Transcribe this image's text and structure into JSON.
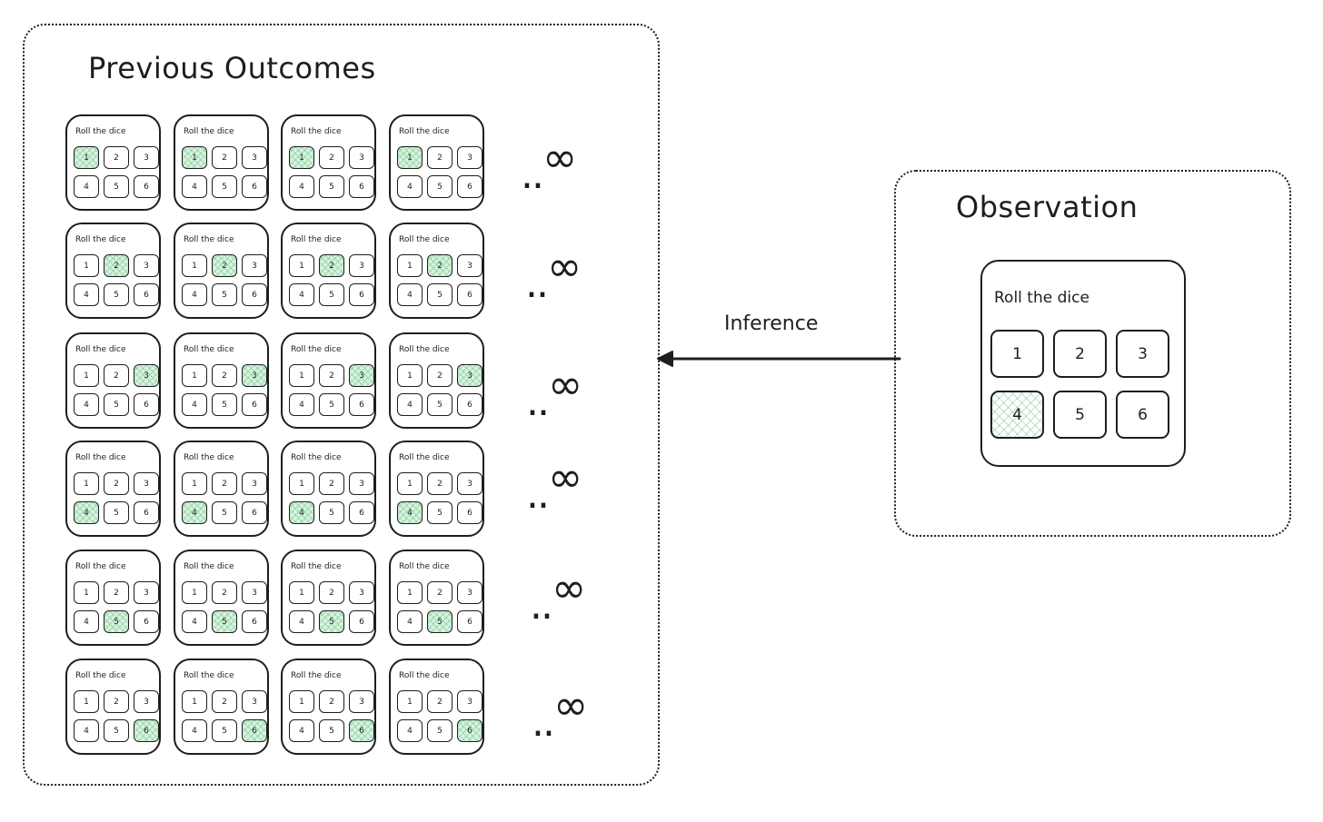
{
  "outcomes_panel": {
    "title": "Previous Outcomes",
    "card_label": "Roll the dice",
    "faces": [
      "1",
      "2",
      "3",
      "4",
      "5",
      "6"
    ],
    "rows": [
      {
        "selected": 1,
        "suffix": ".."
      },
      {
        "selected": 2,
        "suffix": ".."
      },
      {
        "selected": 3,
        "suffix": ".."
      },
      {
        "selected": 4,
        "suffix": ".."
      },
      {
        "selected": 5,
        "suffix": ".."
      },
      {
        "selected": 6,
        "suffix": ".."
      }
    ],
    "cards_per_row": 4,
    "infinity_symbol": "∞"
  },
  "arrow": {
    "label": "Inference",
    "direction": "right-to-left"
  },
  "observation_panel": {
    "title": "Observation",
    "card_label": "Roll the dice",
    "faces": [
      "1",
      "2",
      "3",
      "4",
      "5",
      "6"
    ],
    "selected": 4
  },
  "colors": {
    "stroke": "#1e1e1e",
    "highlight": "#d6f3de",
    "hatch": "#46aa64"
  }
}
